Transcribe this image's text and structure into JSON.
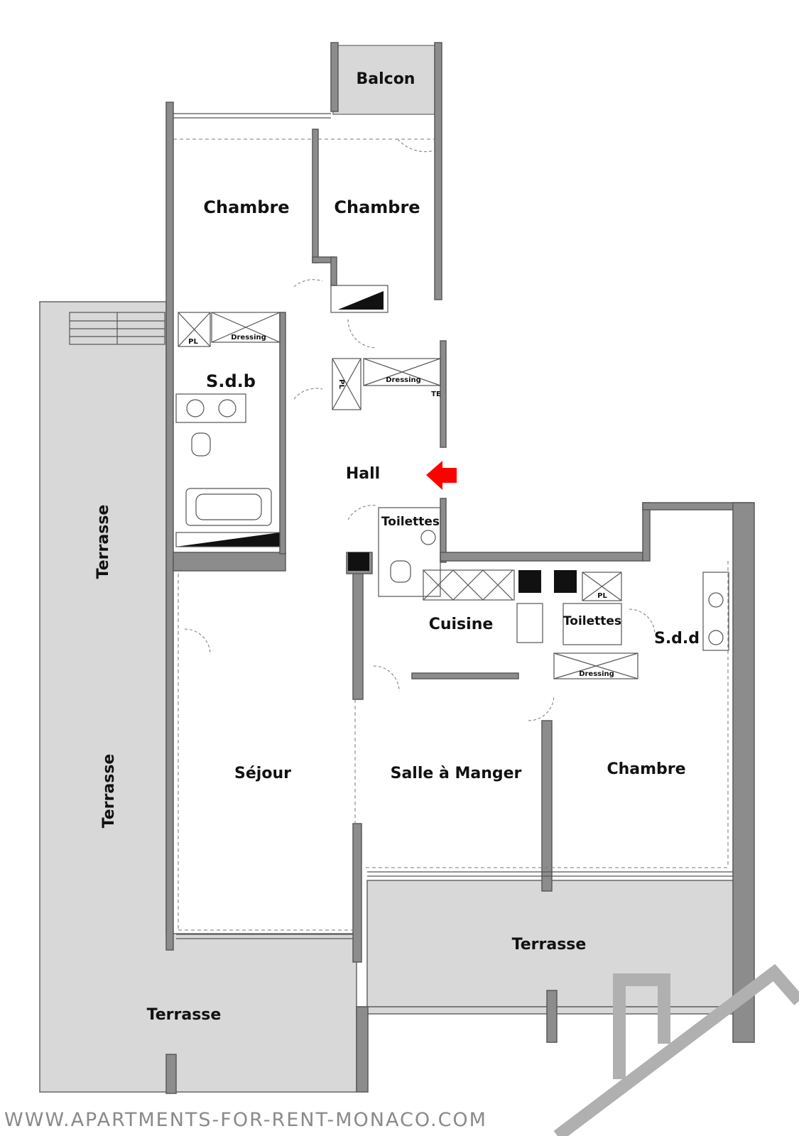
{
  "rooms": {
    "balcon": "Balcon",
    "chambre_nw": "Chambre",
    "chambre_n": "Chambre",
    "sdb": "S.d.b",
    "hall": "Hall",
    "toilettes_hall": "Toilettes",
    "cuisine": "Cuisine",
    "toilettes_east": "Toilettes",
    "sdd": "S.d.d",
    "sejour": "Séjour",
    "salle_a_manger": "Salle à Manger",
    "chambre_se": "Chambre",
    "terrasse_west_1": "Terrasse",
    "terrasse_west_2": "Terrasse",
    "terrasse_south": "Terrasse",
    "terrasse_bottom": "Terrasse"
  },
  "small_labels": {
    "dressing_1": "Dressing",
    "dressing_2": "Dressing",
    "dressing_3": "Dressing",
    "pl_1": "PL",
    "pl_2": "PL",
    "pl_3": "PL",
    "te": "TE"
  },
  "colors": {
    "entrance_arrow": "#ff0000",
    "terrace_fill": "#d8d8d8",
    "wall_fill": "#8c8c8c"
  },
  "footer": {
    "watermark": "WWW.APARTMENTS-FOR-RENT-MONACO.COM"
  }
}
